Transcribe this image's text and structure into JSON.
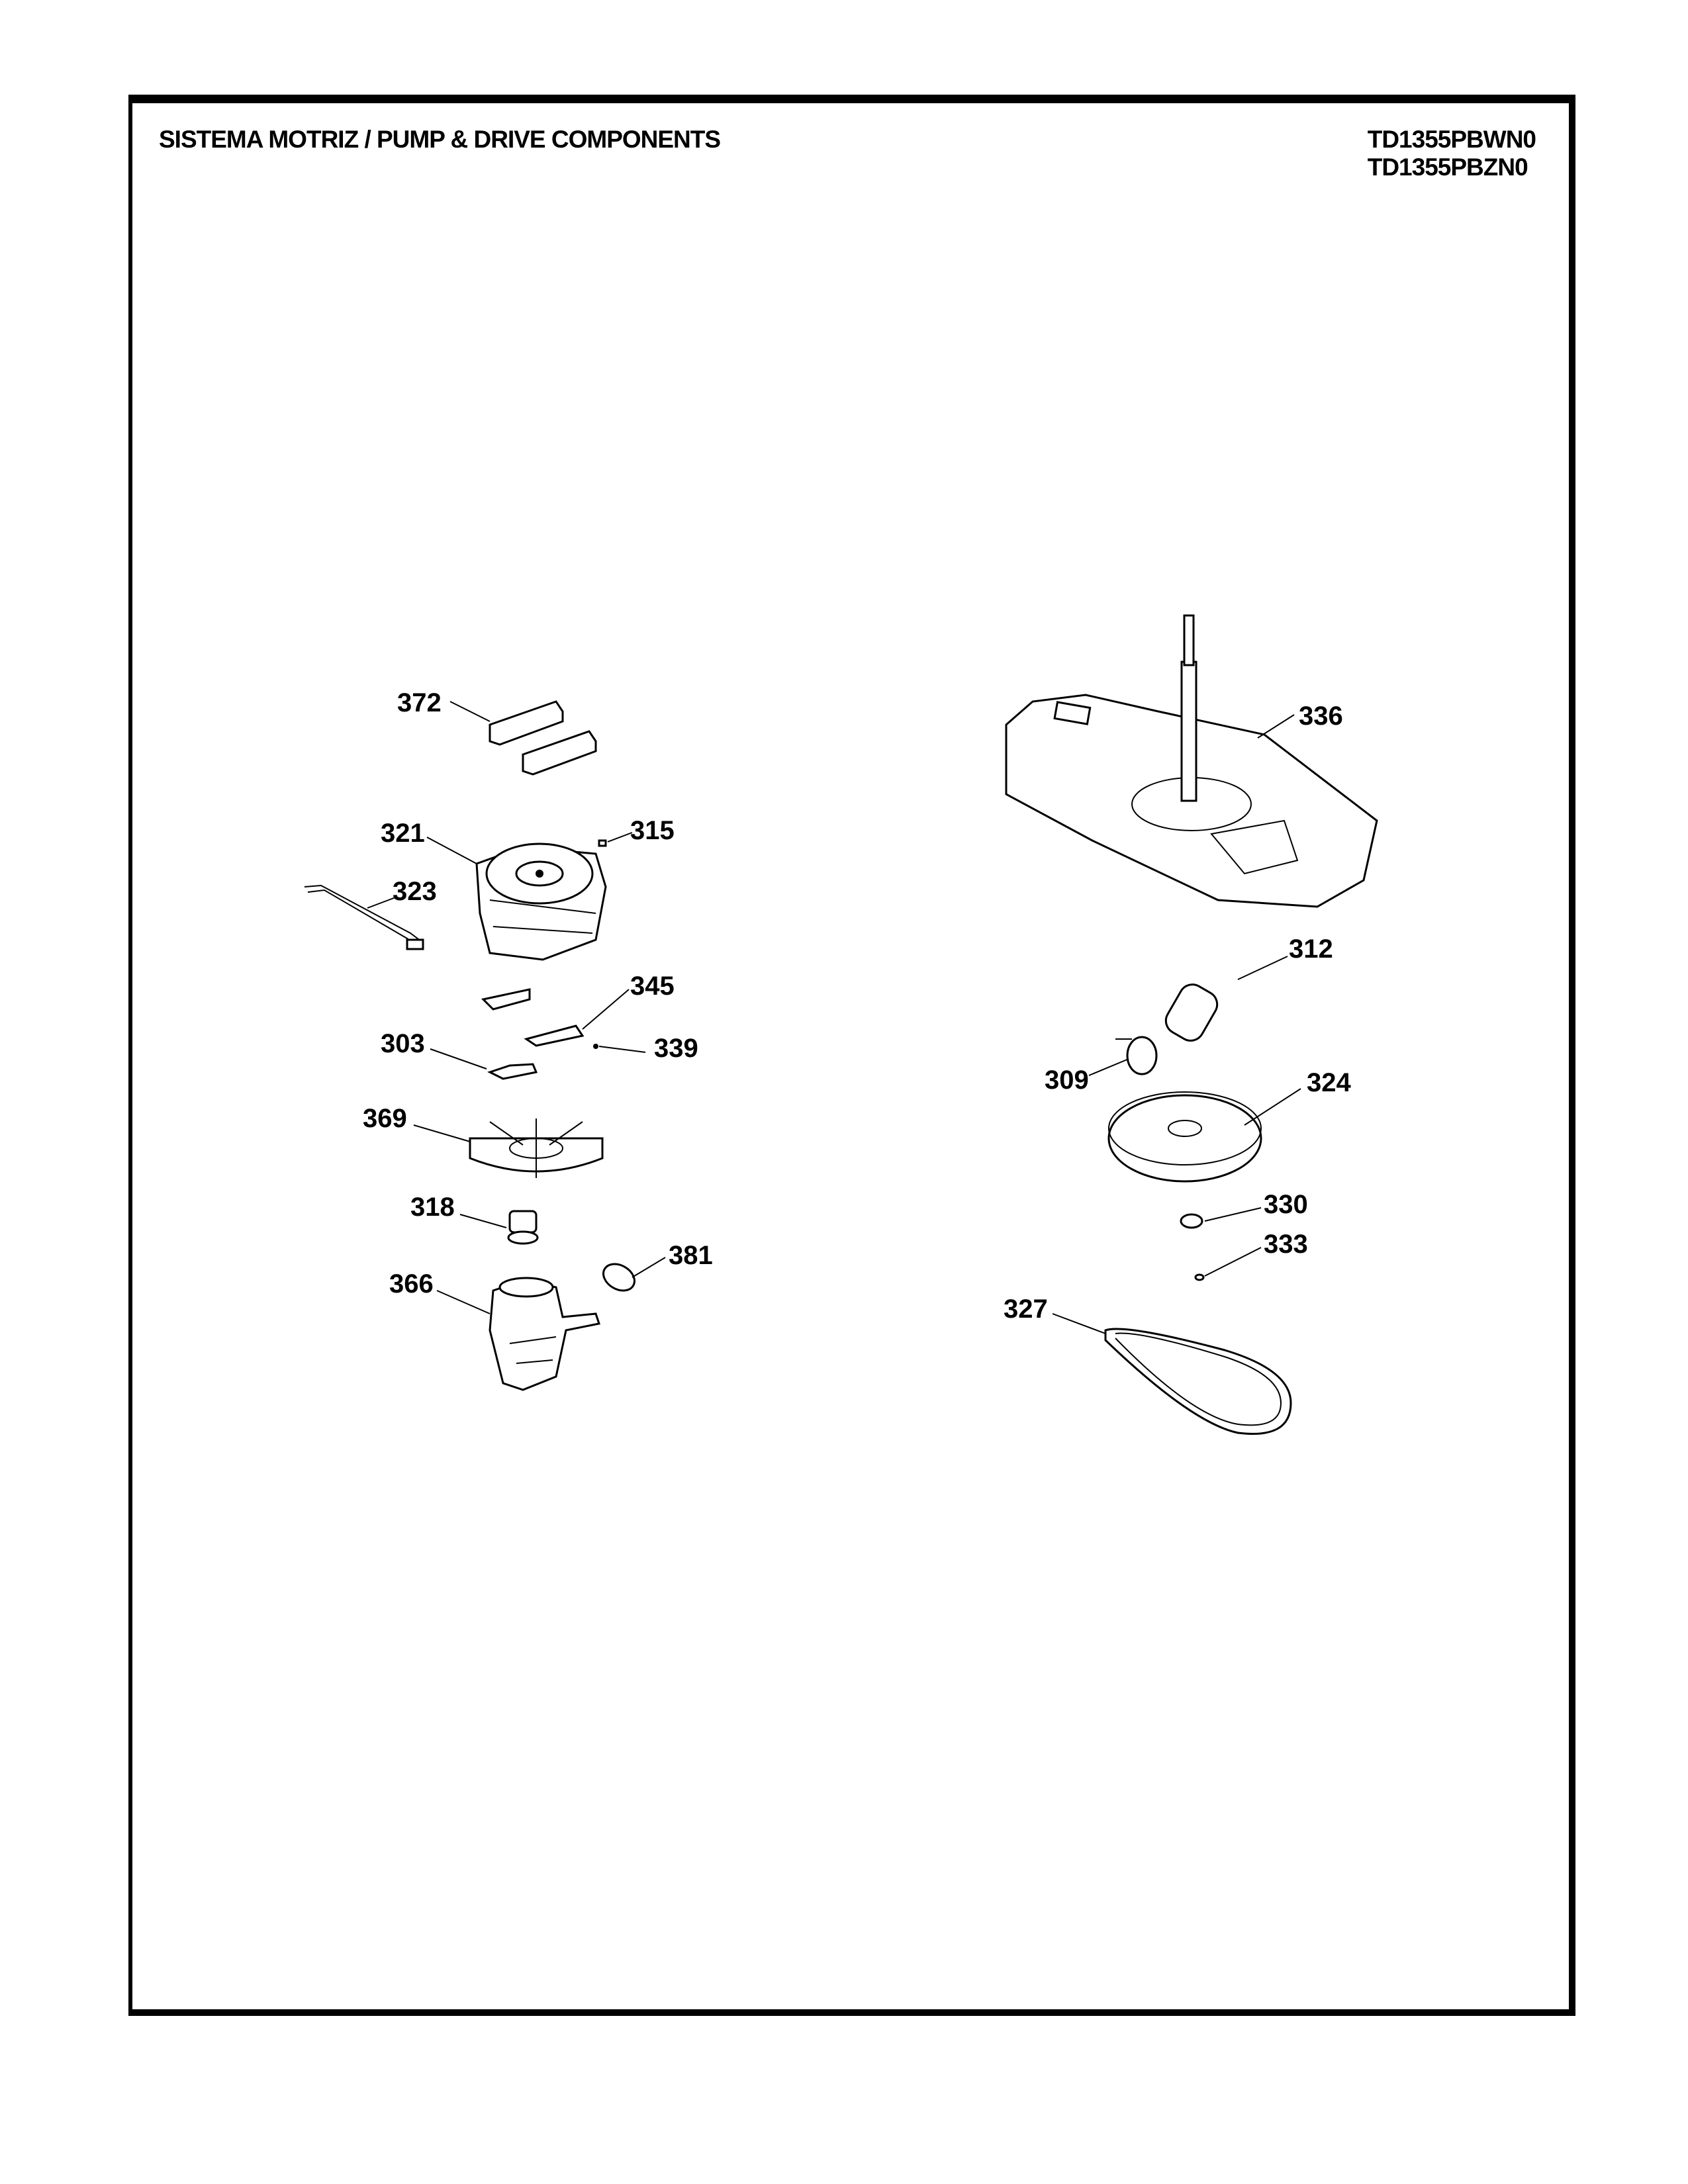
{
  "header": {
    "title": "SISTEMA MOTRIZ / PUMP  & DRIVE COMPONENTS",
    "models": [
      "TD1355PBWN0",
      "TD1355PBZN0"
    ]
  },
  "callouts": {
    "c372": "372",
    "c321": "321",
    "c315": "315",
    "c323": "323",
    "c345": "345",
    "c303": "303",
    "c339": "339",
    "c369": "369",
    "c318": "318",
    "c381": "381",
    "c366": "366",
    "c336": "336",
    "c312": "312",
    "c309": "309",
    "c324": "324",
    "c330": "330",
    "c333": "333",
    "c327": "327"
  }
}
